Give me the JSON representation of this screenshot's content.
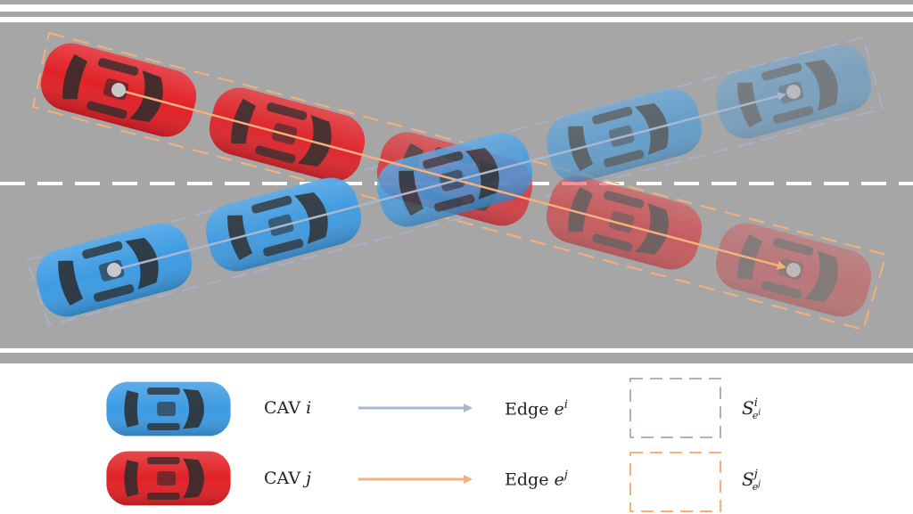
{
  "colors": {
    "road": "#a6a6a6",
    "road_border": "#ffffff",
    "cav_i": "#3d9be3",
    "cav_j": "#e12127",
    "edge_i": "#a9b7cf",
    "edge_j": "#f4b07d",
    "set_i_border": "#a9b0cc",
    "set_j_border": "#f4b07d"
  },
  "icons": [
    "car-top-view-icon",
    "arrow-icon",
    "dashed-rectangle-icon"
  ],
  "legend": {
    "cav_i": {
      "prefix": "CAV",
      "var": "i"
    },
    "cav_j": {
      "prefix": "CAV",
      "var": "j"
    },
    "edge_i": {
      "prefix": "Edge",
      "var": "e",
      "sup": "i"
    },
    "edge_j": {
      "prefix": "Edge",
      "var": "e",
      "sup": "j"
    },
    "set_i": {
      "symbol": "S",
      "sup": "i",
      "sub_var": "e",
      "sub_sup": "i"
    },
    "set_j": {
      "symbol": "S",
      "sup": "j",
      "sub_var": "e",
      "sub_sup": "j"
    }
  }
}
